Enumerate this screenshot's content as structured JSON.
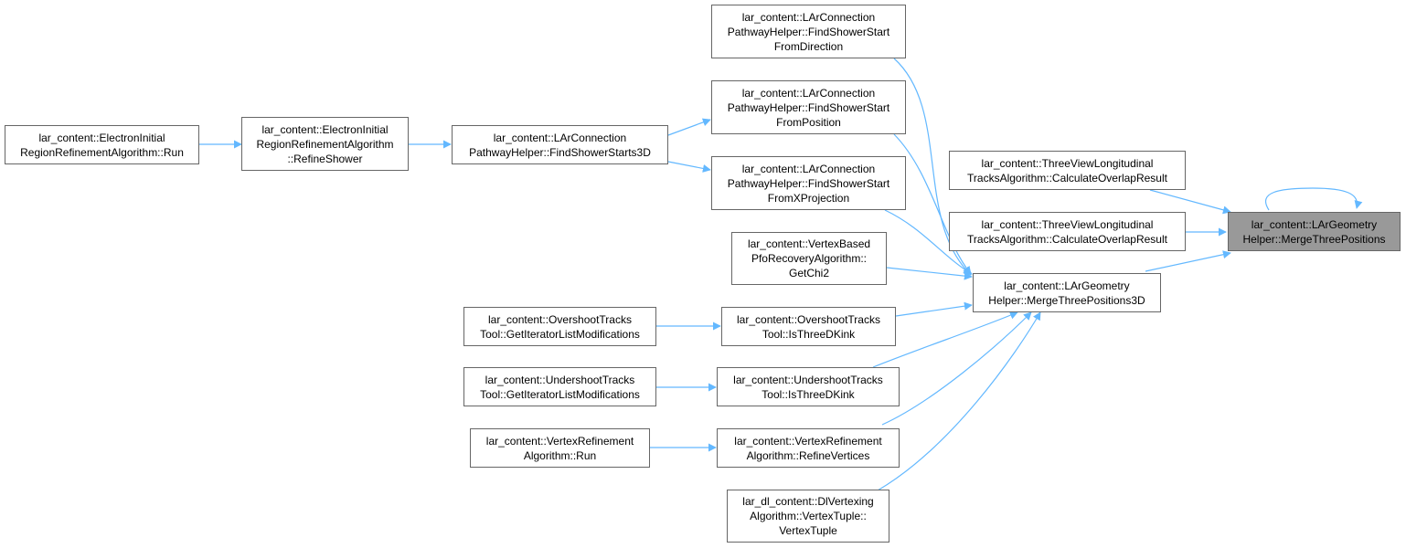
{
  "colors": {
    "edge": "#63b8ff",
    "node_border": "#666666",
    "root_fill": "#999999",
    "node_fill": "#ffffff"
  },
  "nodes": {
    "n01": "lar_content::ElectronInitial\nRegionRefinementAlgorithm::Run",
    "n02": "lar_content::ElectronInitial\nRegionRefinementAlgorithm\n::RefineShower",
    "n03": "lar_content::LArConnection\nPathwayHelper::FindShowerStarts3D",
    "n04": "lar_content::LArConnection\nPathwayHelper::FindShowerStart\nFromDirection",
    "n05": "lar_content::LArConnection\nPathwayHelper::FindShowerStart\nFromPosition",
    "n06": "lar_content::LArConnection\nPathwayHelper::FindShowerStart\nFromXProjection",
    "n07": "lar_content::VertexBased\nPfoRecoveryAlgorithm::\nGetChi2",
    "n08": "lar_content::OvershootTracks\nTool::GetIteratorListModifications",
    "n09": "lar_content::OvershootTracks\nTool::IsThreeDKink",
    "n10": "lar_content::UndershootTracks\nTool::GetIteratorListModifications",
    "n11": "lar_content::UndershootTracks\nTool::IsThreeDKink",
    "n12": "lar_content::VertexRefinement\nAlgorithm::Run",
    "n13": "lar_content::VertexRefinement\nAlgorithm::RefineVertices",
    "n14": "lar_dl_content::DlVertexing\nAlgorithm::VertexTuple::\nVertexTuple",
    "n15": "lar_content::ThreeViewLongitudinal\nTracksAlgorithm::CalculateOverlapResult",
    "n16": "lar_content::ThreeViewLongitudinal\nTracksAlgorithm::CalculateOverlapResult",
    "n17": "lar_content::LArGeometry\nHelper::MergeThreePositions3D",
    "root": "lar_content::LArGeometry\nHelper::MergeThreePositions"
  }
}
